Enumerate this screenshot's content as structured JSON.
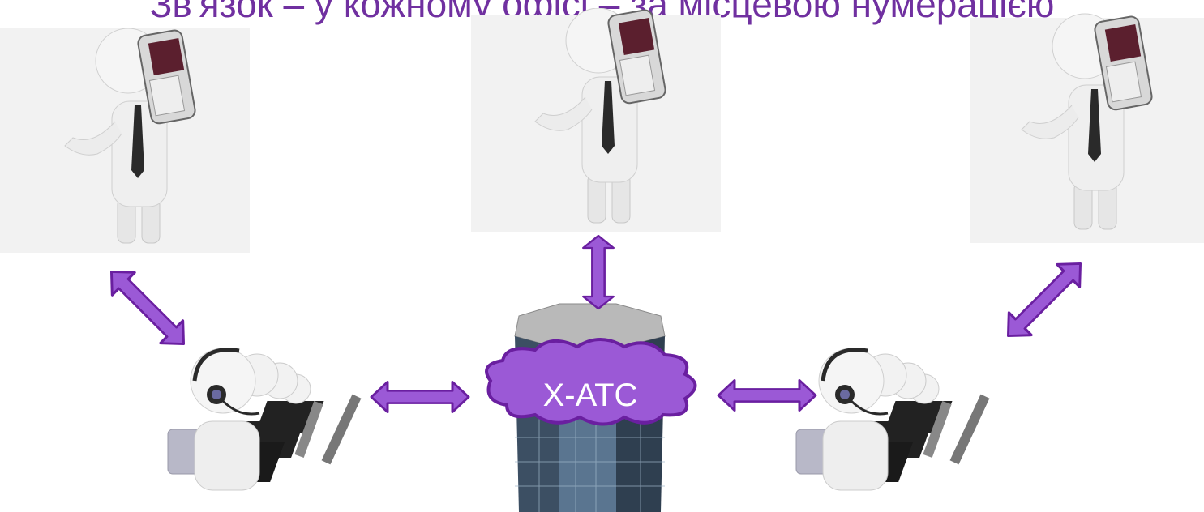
{
  "title": "Зв'язок – у кожному офісі – за місцевою нумерацією",
  "hub": {
    "label": "X-АТС"
  },
  "colors": {
    "accent": "#7030a0",
    "arrow_fill": "#9b59d6",
    "arrow_stroke": "#6a1fa0",
    "cloud_fill": "#9b59d6"
  },
  "nodes": [
    {
      "id": "remote-employee-left",
      "kind": "person-with-phone"
    },
    {
      "id": "remote-employee-center",
      "kind": "person-with-phone"
    },
    {
      "id": "remote-employee-right",
      "kind": "person-with-phone"
    },
    {
      "id": "office-left",
      "kind": "call-center-operators"
    },
    {
      "id": "office-right",
      "kind": "call-center-operators"
    },
    {
      "id": "pbx-server",
      "kind": "server-tower"
    }
  ],
  "edges": [
    {
      "from": "remote-employee-left",
      "to": "office-left",
      "type": "bidirectional"
    },
    {
      "from": "remote-employee-center",
      "to": "pbx-server",
      "type": "bidirectional"
    },
    {
      "from": "remote-employee-right",
      "to": "office-right",
      "type": "bidirectional"
    },
    {
      "from": "office-left",
      "to": "pbx-server",
      "type": "bidirectional"
    },
    {
      "from": "pbx-server",
      "to": "office-right",
      "type": "bidirectional"
    }
  ]
}
